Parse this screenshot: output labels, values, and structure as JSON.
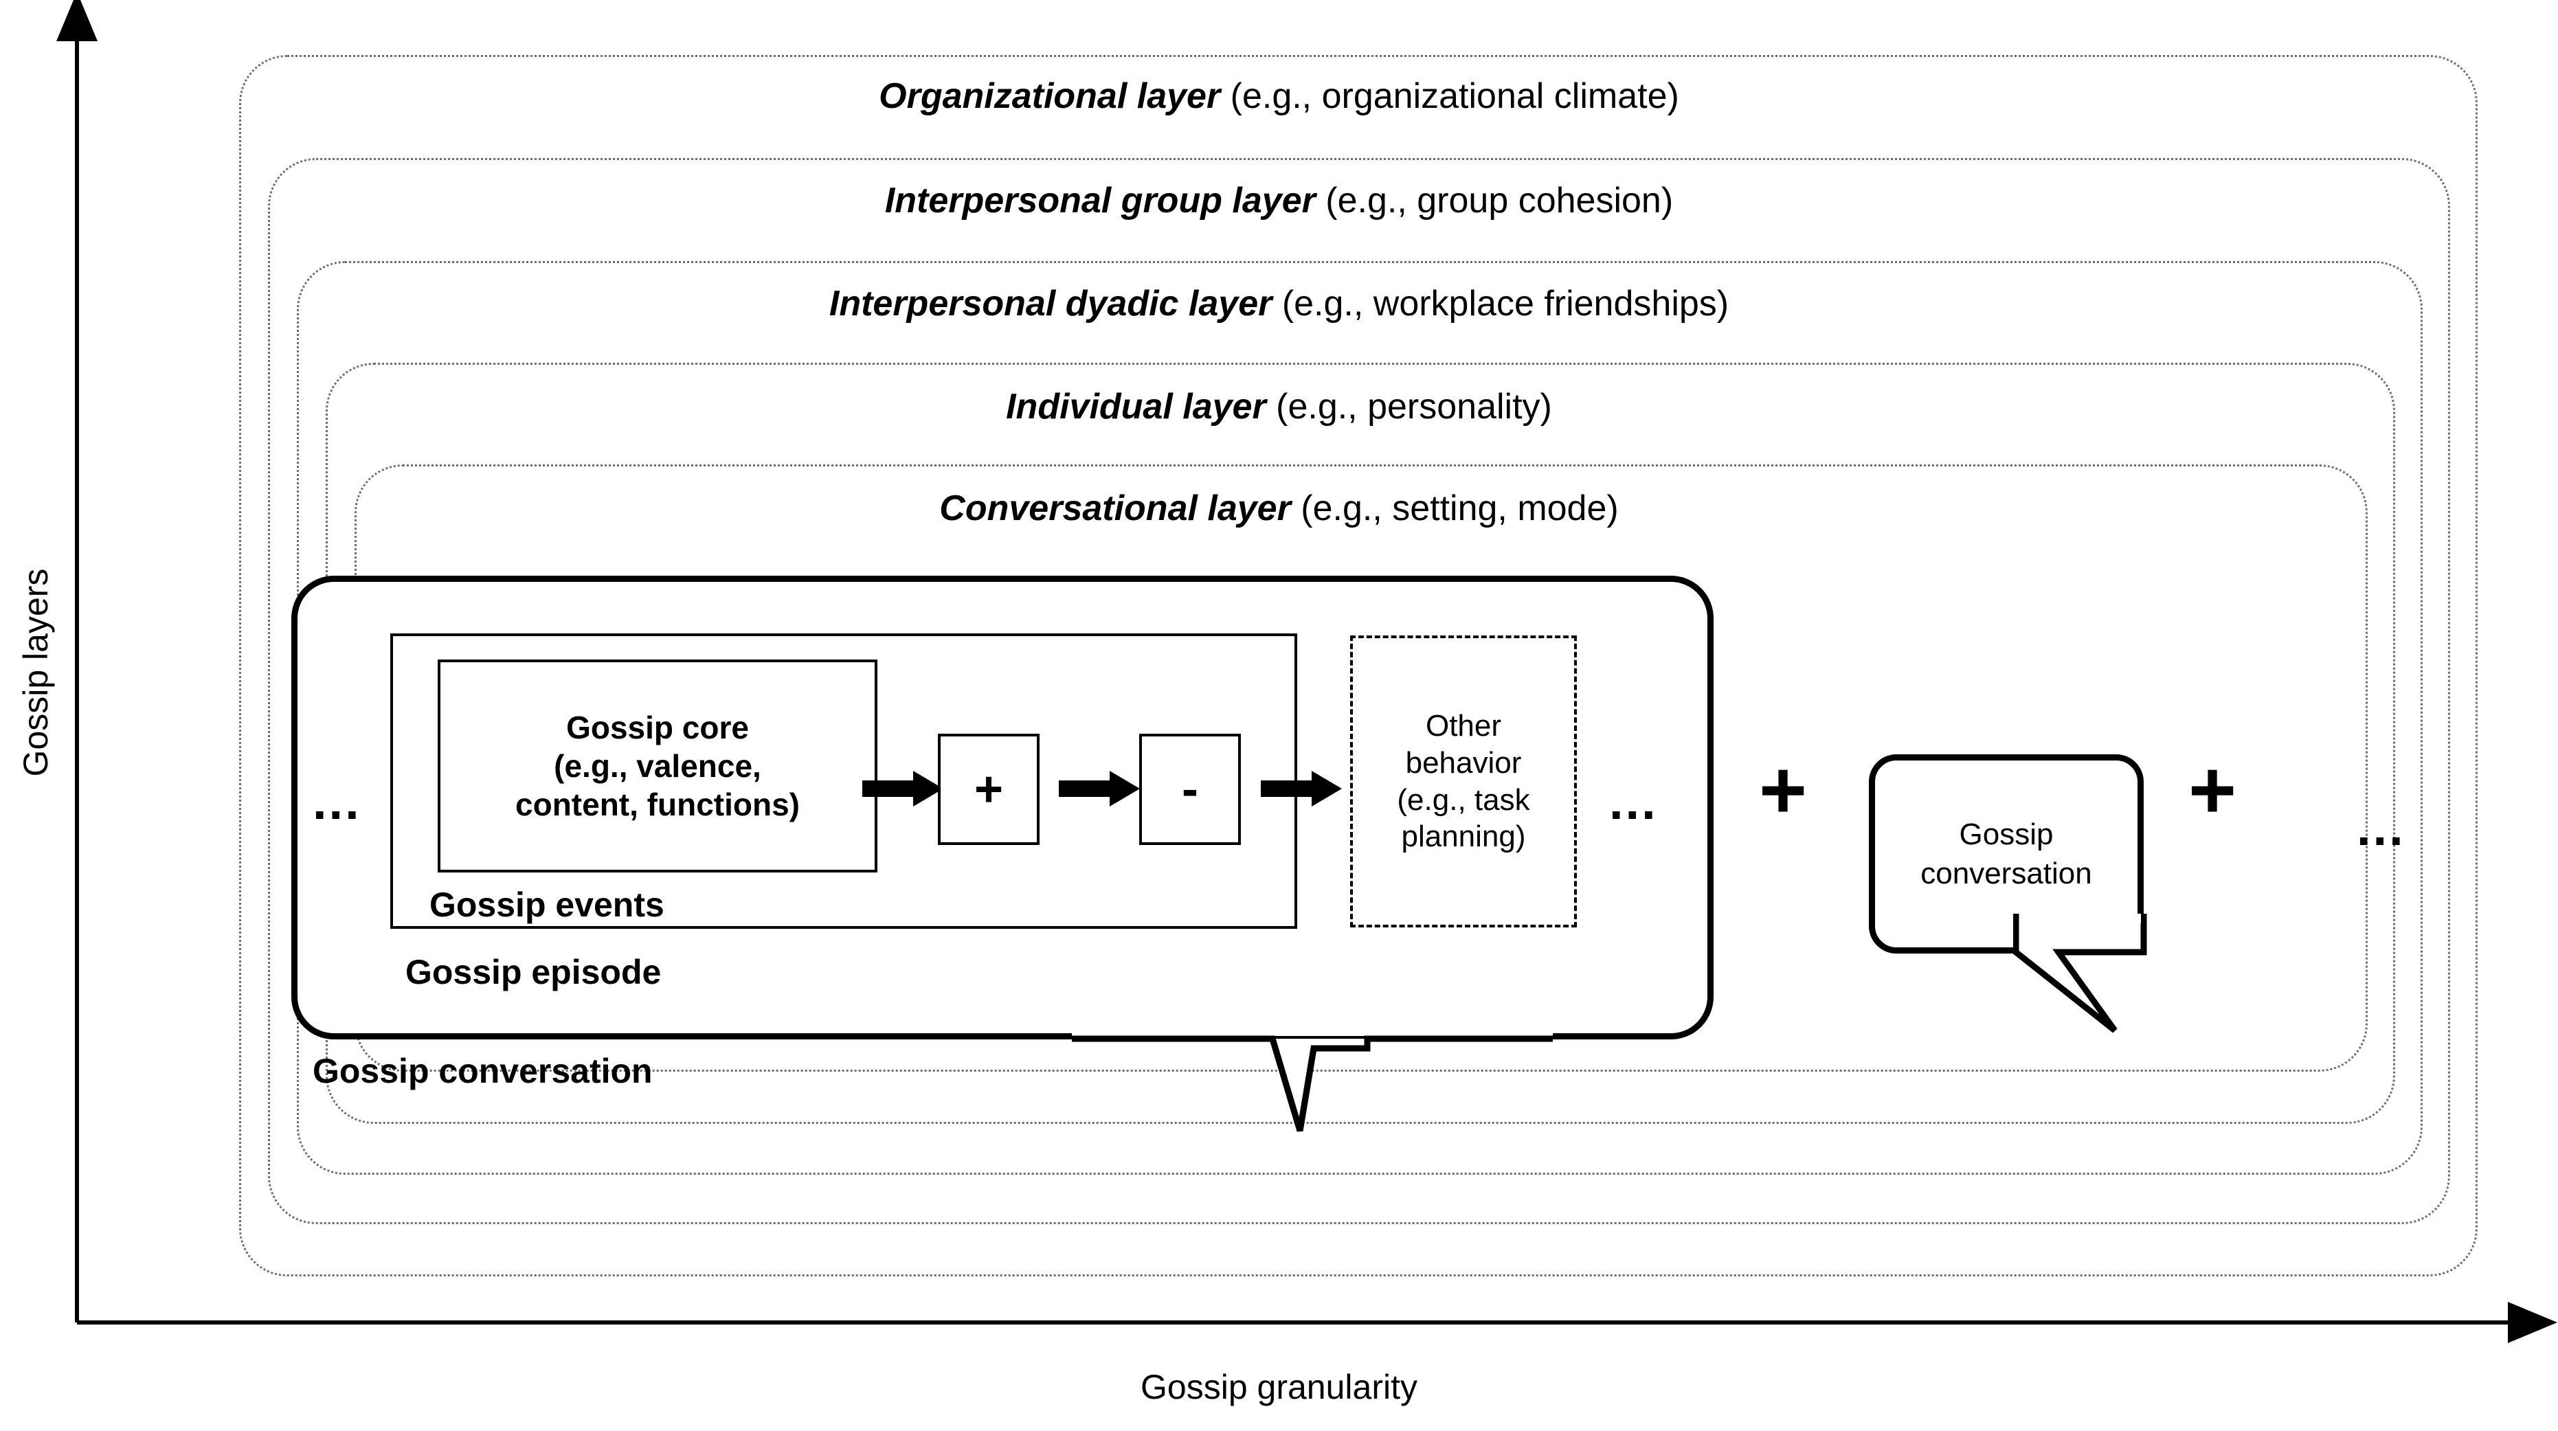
{
  "axes": {
    "y_label": "Gossip layers",
    "x_label": "Gossip granularity"
  },
  "layers": [
    {
      "name": "Organizational layer",
      "example": " (e.g.,  organizational climate)"
    },
    {
      "name": "Interpersonal group layer",
      "example": " (e.g.,  group cohesion)"
    },
    {
      "name": "Interpersonal dyadic layer",
      "example": " (e.g.,  workplace friendships)"
    },
    {
      "name": "Individual layer",
      "example": " (e.g., personality)"
    },
    {
      "name": "Conversational layer",
      "example": " (e.g., setting, mode)"
    }
  ],
  "conversation": {
    "label": "Gossip conversation",
    "left_ellipsis": "..."
  },
  "episode": {
    "label": "Gossip episode"
  },
  "events": {
    "label": "Gossip events"
  },
  "core": {
    "line1": "Gossip core",
    "line2": "(e.g., valence,",
    "line3": "content, functions)"
  },
  "signs": {
    "plus": "+",
    "minus": "-"
  },
  "other_behavior": {
    "line1": "Other",
    "line2": "behavior",
    "line3": "(e.g., task",
    "line4": "planning)"
  },
  "sequence": {
    "ellipsis_after_other": "...",
    "plus_before_bubble": "+",
    "plus_after_bubble": "+",
    "trailing_ellipsis": "..."
  },
  "bubble": {
    "line1": "Gossip",
    "line2": "conversation"
  },
  "colors": {
    "ink": "#000000",
    "ring": "#6e6e6e",
    "background": "#ffffff"
  }
}
